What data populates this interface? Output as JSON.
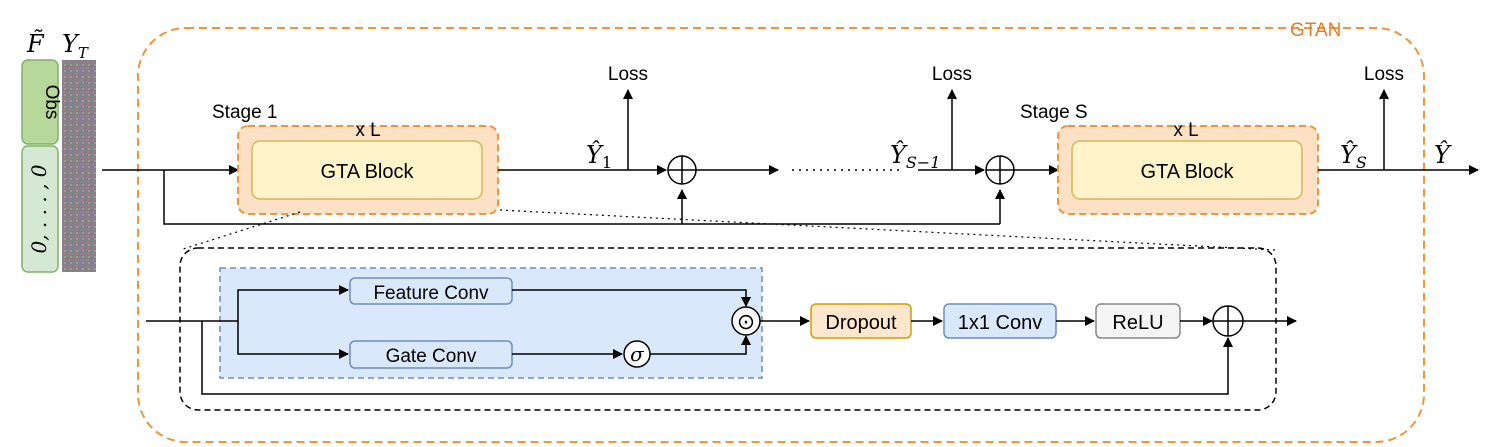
{
  "outer_title": "GTAN",
  "inputs": {
    "f_symbol": "F̃",
    "y_symbol": "Y",
    "y_sub": "T",
    "obs_label": "Obs",
    "zeros_label": "0, . . . , 0"
  },
  "stage1": {
    "label": "Stage 1",
    "repeat": "x L",
    "block": "GTA Block"
  },
  "stageS": {
    "label": "Stage S",
    "repeat": "x L",
    "block": "GTA Block"
  },
  "outputs": {
    "y1": "Ŷ",
    "y1_sub": "1",
    "ys1": "Ŷ",
    "ys1_sub": "S−1",
    "ys": "Ŷ",
    "ys_sub": "S",
    "final": "Ŷ"
  },
  "loss_labels": [
    "Loss",
    "Loss",
    "Loss"
  ],
  "block_detail": {
    "feature_conv": "Feature Conv",
    "gate_conv": "Gate Conv",
    "sigma": "σ",
    "product": "⊙",
    "dropout": "Dropout",
    "conv1x1": "1x1 Conv",
    "relu": "ReLU"
  },
  "colors": {
    "orange_dash": "#f0953a",
    "stage_fill": "#fde1c4",
    "block_fill": "#fff3c9",
    "block_stroke": "#d6b656",
    "blue_fill": "#dae8fc",
    "blue_stroke": "#6c8ebf",
    "green_fill": "#d5e8d4",
    "green_stroke": "#82b366",
    "obs_fill": "#b6d89a",
    "dropout_fill": "#ffe6cc",
    "dropout_stroke": "#d79b00",
    "relu_fill": "#f5f5f5",
    "relu_stroke": "#888888",
    "gtan_text": "#e67e22"
  }
}
